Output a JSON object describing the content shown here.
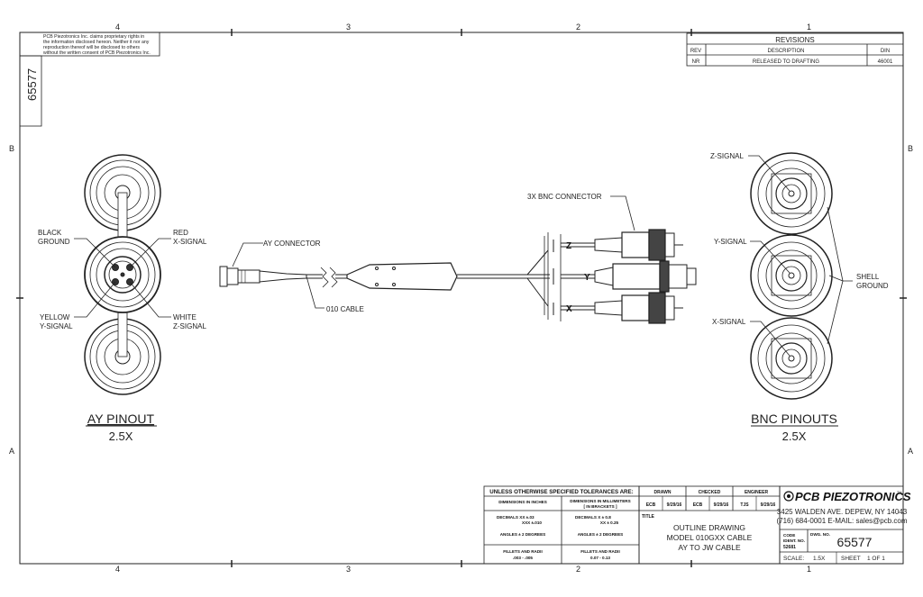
{
  "border": {
    "zones_top": [
      "4",
      "3",
      "2",
      "1"
    ],
    "zones_bottom": [
      "4",
      "3",
      "2",
      "1"
    ],
    "zones_side": [
      "B",
      "A"
    ]
  },
  "notice": [
    "PCB Piezotronics Inc. claims proprietary rights in",
    "the information disclosed hereon.  Neither it nor any",
    "reproduction thereof will be disclosed to others",
    "without the written consent of PCB Piezotronics Inc."
  ],
  "drawing_number_side": "65577",
  "revisions": {
    "title": "REVISIONS",
    "headers": {
      "rev": "REV",
      "description": "DESCRIPTION",
      "din": "DIN"
    },
    "rows": [
      {
        "rev": "NR",
        "description": "RELEASED TO DRAFTING",
        "din": "46001"
      }
    ]
  },
  "ay_pinout": {
    "title": "AY PINOUT",
    "scale": "2.5X",
    "labels": {
      "black_1": "BLACK",
      "black_2": "GROUND",
      "red_1": "RED",
      "red_2": "X-SIGNAL",
      "yellow_1": "YELLOW",
      "yellow_2": "Y-SIGNAL",
      "white_1": "WHITE",
      "white_2": "Z-SIGNAL"
    }
  },
  "cable": {
    "ay_connector": "AY CONNECTOR",
    "cable_label": "010 CABLE",
    "bnc_connector": "3X BNC CONNECTOR",
    "breakout_letters": [
      "Z",
      "Y",
      "X"
    ]
  },
  "bnc_pinouts": {
    "title": "BNC PINOUTS",
    "scale": "2.5X",
    "z_signal": "Z-SIGNAL",
    "y_signal": "Y-SIGNAL",
    "x_signal": "X-SIGNAL",
    "shell_1": "SHELL",
    "shell_2": "GROUND"
  },
  "tolerances": {
    "title": "UNLESS OTHERWISE SPECIFIED TOLERANCES ARE:",
    "inches_header": "DIMENSIONS  IN INCHES",
    "mm_header_1": "DIMENSIONS IN MILLIMETERS",
    "mm_header_2": "[ IN BRACKETS ]",
    "inch_dec_1": "DECIMALS    XX  ±.03",
    "inch_dec_2": "XXX  ±.010",
    "mm_dec_1": "DECIMALS    X  ± 0.8",
    "mm_dec_2": "XX  ± 0.25",
    "inch_angles": "ANGLES  ±  2 DEGREES",
    "mm_angles": "ANGLES  ±  2 DEGREES",
    "fillets_title": "FILLETS AND RADII",
    "inch_fillets": ".003 - .005",
    "mm_fillets": "0.07 - 0.13"
  },
  "approvals": {
    "drawn_label": "DRAWN",
    "checked_label": "CHECKED",
    "engineer_label": "ENGINEER",
    "drawn_by": "ECB",
    "drawn_date": "9/29/16",
    "checked_by": "ECB",
    "checked_date": "9/29/16",
    "engineer_by": "TJS",
    "engineer_date": "9/29/16"
  },
  "title_block": {
    "title_label": "TITLE",
    "title_1": "OUTLINE DRAWING",
    "title_2": "MODEL 010GXX CABLE",
    "title_3": "AY TO JW CABLE",
    "company": "PCB PIEZOTRONICS",
    "trademark": "TM",
    "address_1": "3425 WALDEN AVE. DEPEW, NY 14043",
    "address_2": "(716)  684-0001 E-MAIL:  sales@pcb.com",
    "code_label_1": "CODE",
    "code_label_2": "IDENT. NO.",
    "code": "52681",
    "dwg_label": "DWG. NO.",
    "dwg_no": "65577",
    "scale_label": "SCALE:",
    "scale": "1.5X",
    "sheet_label": "SHEET",
    "sheet": "1 OF 1"
  }
}
